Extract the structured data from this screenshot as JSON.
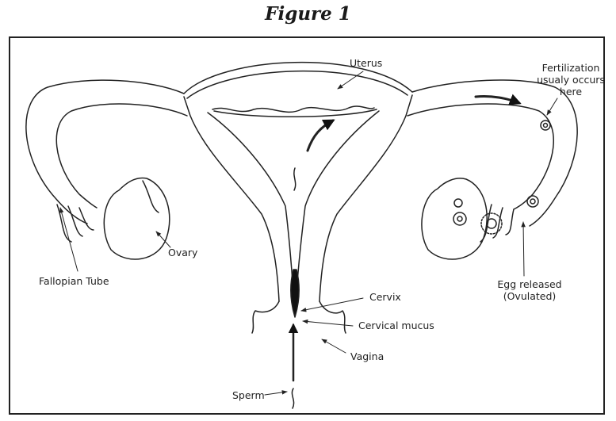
{
  "figure_title": "Figure 1",
  "labels": {
    "uterus": "Uterus",
    "fertilization_line1": "Fertilization",
    "fertilization_line2": "usualy occurs",
    "fertilization_line3": "here",
    "ovary": "Ovary",
    "fallopian_tube": "Fallopian Tube",
    "cervix": "Cervix",
    "cervical_mucus": "Cervical mucus",
    "vagina": "Vagina",
    "sperm": "Sperm",
    "egg_line1": "Egg released",
    "egg_line2": "(Ovulated)"
  },
  "colors": {
    "ink": "#222222",
    "background": "#ffffff"
  }
}
